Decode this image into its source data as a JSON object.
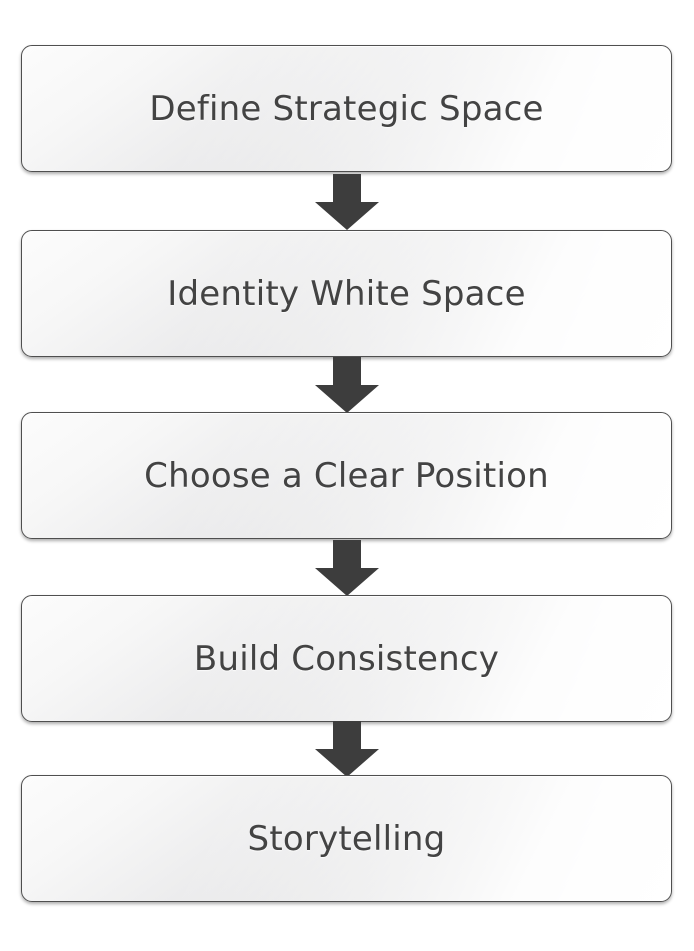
{
  "diagram": {
    "type": "vertical-flowchart",
    "background_color": "#ffffff",
    "node_border_color": "#4f4f4f",
    "node_text_color": "#434343",
    "arrow_color": "#3d3d3d",
    "nodes": [
      {
        "id": "node-1",
        "label": "Define Strategic Space"
      },
      {
        "id": "node-2",
        "label": "Identity White Space"
      },
      {
        "id": "node-3",
        "label": "Choose a Clear Position"
      },
      {
        "id": "node-4",
        "label": "Build Consistency"
      },
      {
        "id": "node-5",
        "label": "Storytelling"
      }
    ],
    "connectors": [
      {
        "id": "arrow-1",
        "from": "node-1",
        "to": "node-2",
        "direction": "down"
      },
      {
        "id": "arrow-2",
        "from": "node-2",
        "to": "node-3",
        "direction": "down"
      },
      {
        "id": "arrow-3",
        "from": "node-3",
        "to": "node-4",
        "direction": "down"
      },
      {
        "id": "arrow-4",
        "from": "node-4",
        "to": "node-5",
        "direction": "down"
      }
    ]
  }
}
